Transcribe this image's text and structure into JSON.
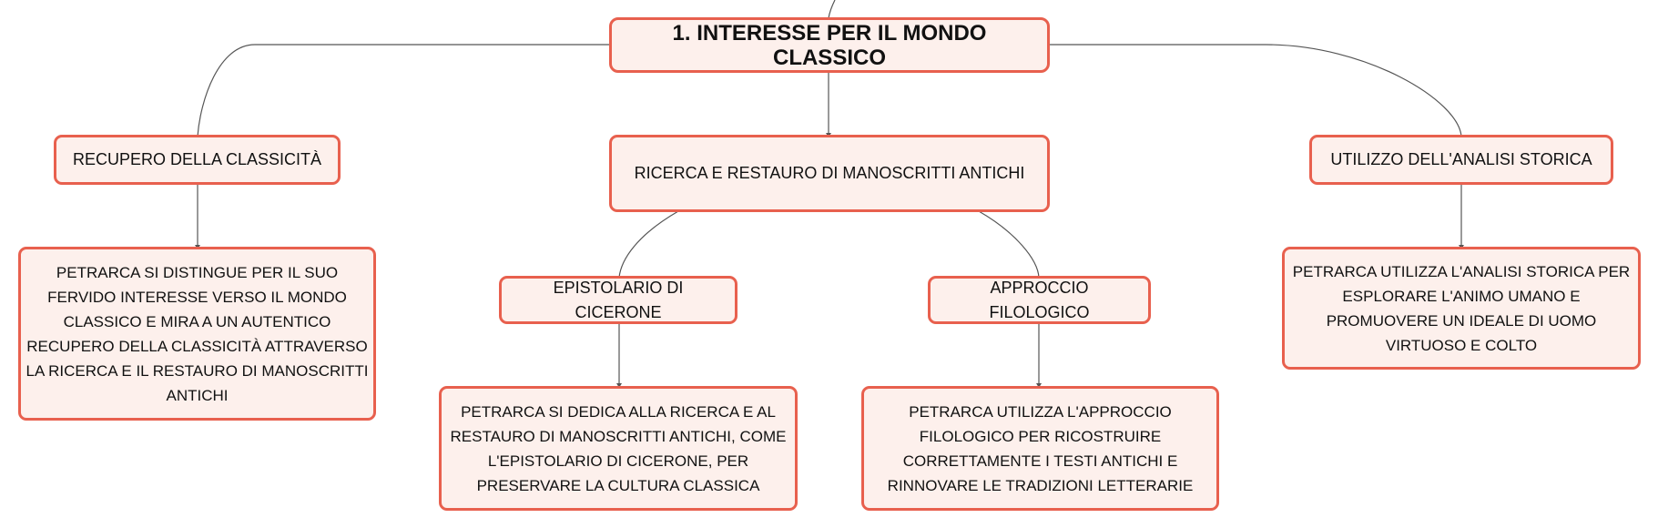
{
  "nodes": {
    "root": "1. INTERESSE PER IL MONDO CLASSICO",
    "recupero": "RECUPERO DELLA CLASSICITÀ",
    "ricerca": "RICERCA E RESTAURO DI MANOSCRITTI ANTICHI",
    "utilizzo": "UTILIZZO DELL'ANALISI STORICA",
    "recupero_desc": "PETRARCA SI DISTINGUE PER IL SUO FERVIDO INTERESSE VERSO IL MONDO CLASSICO E MIRA A UN AUTENTICO RECUPERO DELLA CLASSICITÀ ATTRAVERSO LA RICERCA E IL RESTAURO DI MANOSCRITTI ANTICHI",
    "epistolario": "EPISTOLARIO DI CICERONE",
    "filologico": "APPROCCIO FILOLOGICO",
    "utilizzo_desc": "PETRARCA UTILIZZA L'ANALISI STORICA PER ESPLORARE L'ANIMO UMANO E PROMUOVERE UN IDEALE DI UOMO VIRTUOSO E COLTO",
    "epistolario_desc": "PETRARCA SI DEDICA ALLA RICERCA E AL RESTAURO DI MANOSCRITTI ANTICHI, COME L'EPISTOLARIO DI CICERONE, PER PRESERVARE LA CULTURA CLASSICA",
    "filologico_desc": "PETRARCA UTILIZZA L'APPROCCIO FILOLOGICO PER RICOSTRUIRE CORRETTAMENTE I TESTI ANTICHI E RINNOVARE LE TRADIZIONI LETTERARIE"
  },
  "colors": {
    "node_border": "#e8604e",
    "node_fill": "#fdf0ec",
    "connector": "#555555",
    "text": "#111111"
  }
}
